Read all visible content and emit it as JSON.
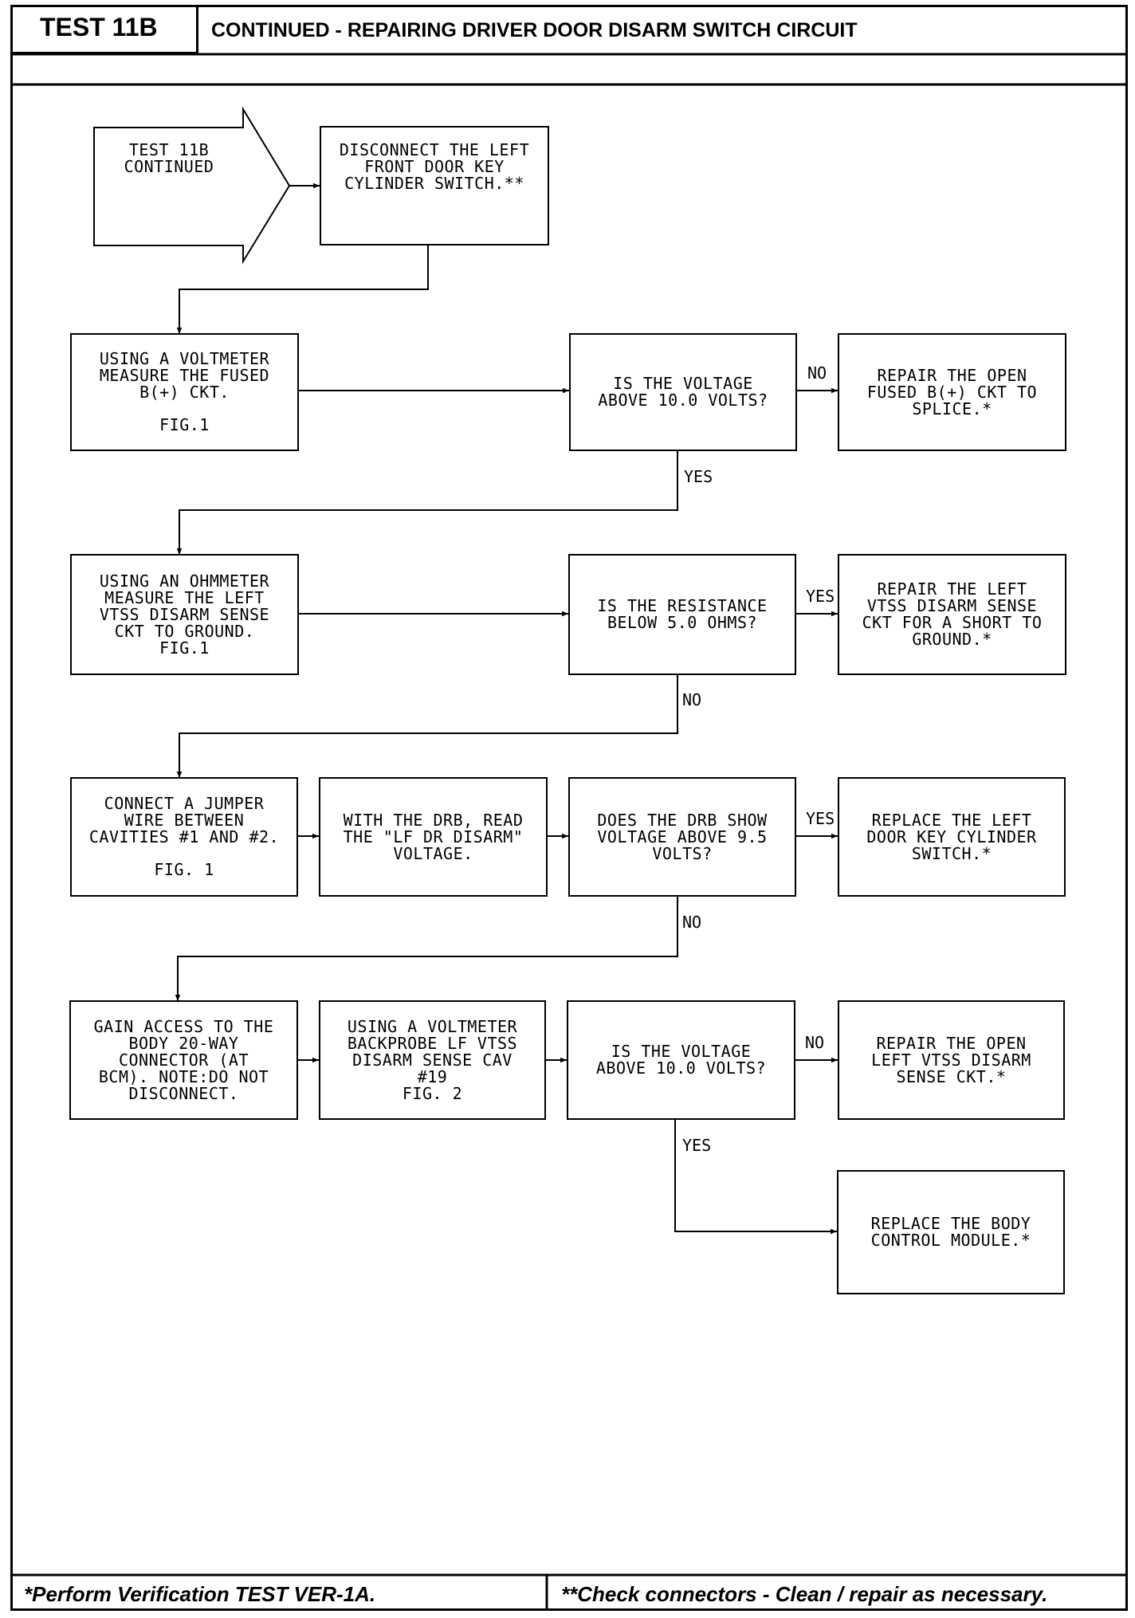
{
  "header": {
    "test_id": "TEST 11B",
    "title": "CONTINUED - REPAIRING DRIVER DOOR DISARM SWITCH CIRCUIT"
  },
  "start": {
    "lines": [
      "TEST 11B",
      "CONTINUED"
    ]
  },
  "steps": {
    "disconnect": [
      "DISCONNECT THE LEFT",
      "FRONT DOOR KEY",
      "CYLINDER SWITCH.**"
    ],
    "voltmeter_fused": [
      "USING A VOLTMETER",
      "MEASURE THE FUSED",
      "B(+) CKT.",
      "",
      "FIG.1"
    ],
    "q_voltage_10": [
      "IS THE VOLTAGE",
      "ABOVE 10.0 VOLTS?"
    ],
    "repair_fused": [
      "REPAIR THE OPEN",
      "FUSED B(+) CKT TO",
      "SPLICE.*"
    ],
    "ohmmeter": [
      "USING AN OHMMETER",
      "MEASURE THE LEFT",
      "VTSS DISARM SENSE",
      "CKT TO GROUND.",
      "FIG.1"
    ],
    "q_resistance": [
      "IS THE RESISTANCE",
      "BELOW 5.0 OHMS?"
    ],
    "repair_short": [
      "REPAIR THE LEFT",
      "VTSS DISARM SENSE",
      "CKT FOR A SHORT TO",
      "GROUND.*"
    ],
    "jumper": [
      "CONNECT A JUMPER",
      "WIRE BETWEEN",
      "CAVITIES #1 AND #2.",
      "",
      "FIG. 1"
    ],
    "drb_read": [
      "WITH THE DRB, READ",
      "THE \"LF DR DISARM\"",
      "VOLTAGE."
    ],
    "q_drb": [
      "DOES THE DRB SHOW",
      "VOLTAGE ABOVE 9.5",
      "VOLTS?"
    ],
    "replace_switch": [
      "REPLACE THE LEFT",
      "DOOR KEY CYLINDER",
      "SWITCH.*"
    ],
    "gain_access": [
      "GAIN ACCESS TO THE",
      "BODY 20-WAY",
      "CONNECTOR (AT",
      "BCM). NOTE:DO NOT",
      "DISCONNECT."
    ],
    "backprobe": [
      "USING A VOLTMETER",
      "BACKPROBE LF VTSS",
      "DISARM SENSE CAV",
      "#19",
      "FIG. 2"
    ],
    "q_voltage_10b": [
      "IS THE VOLTAGE",
      "ABOVE 10.0 VOLTS?"
    ],
    "repair_sense": [
      "REPAIR THE OPEN",
      "LEFT VTSS DISARM",
      "SENSE CKT.*"
    ],
    "replace_bcm": [
      "REPLACE THE BODY",
      "CONTROL MODULE.*"
    ]
  },
  "labels": {
    "no_1": "NO",
    "yes_1": "YES",
    "yes_2": "YES",
    "no_2": "NO",
    "yes_3": "YES",
    "no_3": "NO",
    "no_4": "NO",
    "yes_4": "YES"
  },
  "footer": {
    "left": "*Perform Verification TEST VER-1A.",
    "right": "**Check connectors - Clean / repair as necessary."
  }
}
